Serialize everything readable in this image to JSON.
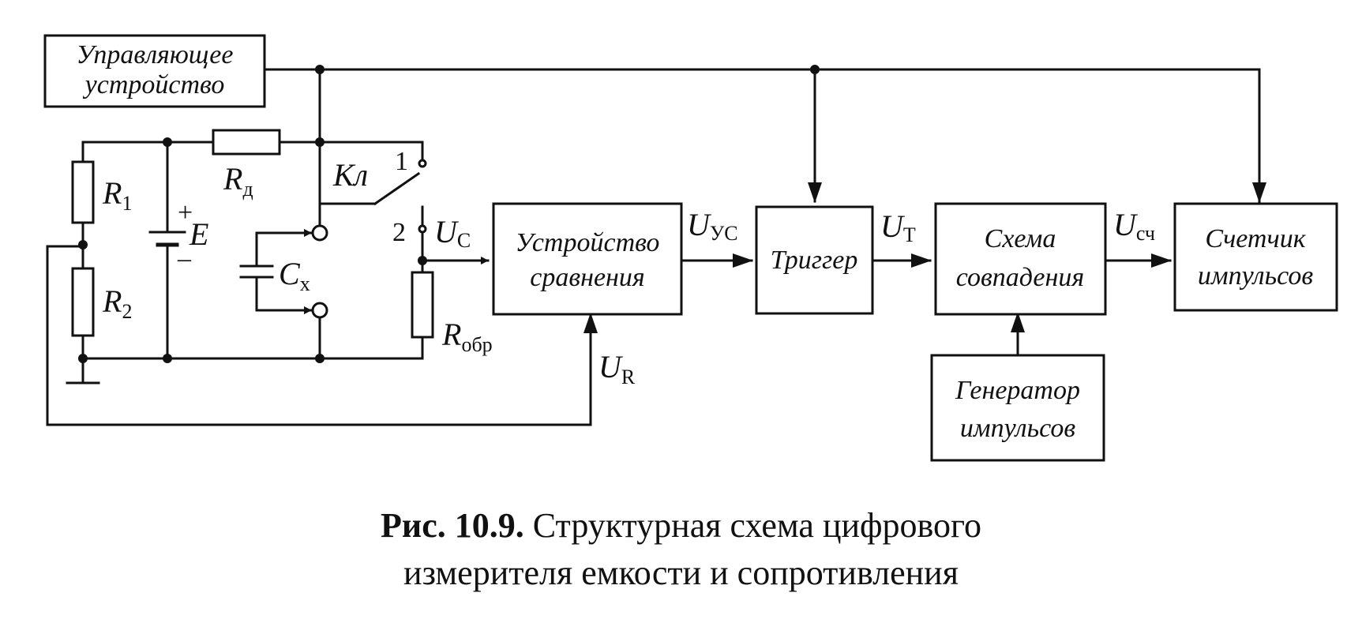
{
  "blocks": {
    "control": [
      "Управляющее",
      "устройство"
    ],
    "comparator": [
      "Устройство",
      "сравнения"
    ],
    "trigger": [
      "Триггер"
    ],
    "coincidence": [
      "Схема",
      "совпадения"
    ],
    "counter": [
      "Счетчик",
      "импульсов"
    ],
    "generator": [
      "Генератор",
      "импульсов"
    ]
  },
  "components": {
    "r1": {
      "sym": "R",
      "sub": "1"
    },
    "r2": {
      "sym": "R",
      "sub": "2"
    },
    "rd": {
      "sym": "R",
      "sub": "д"
    },
    "robr": {
      "sym": "R",
      "sub": "обр"
    },
    "cx": {
      "sym": "C",
      "sub": "x"
    },
    "e": {
      "sym": "E",
      "plus": "+",
      "minus": "–"
    },
    "switch": {
      "sym": "Кл",
      "pos1": "1",
      "pos2": "2"
    }
  },
  "signals": {
    "uc": {
      "sym": "U",
      "sub": "С"
    },
    "uyc": {
      "sym": "U",
      "sub": "УС"
    },
    "ut": {
      "sym": "U",
      "sub": "Т"
    },
    "usch": {
      "sym": "U",
      "sub": "сч"
    },
    "ur": {
      "sym": "U",
      "sub": "R"
    }
  },
  "caption": {
    "prefix": "Рис. 10.9.",
    "line1": "Структурная схема цифрового",
    "line2": "измерителя емкости и сопротивления"
  }
}
